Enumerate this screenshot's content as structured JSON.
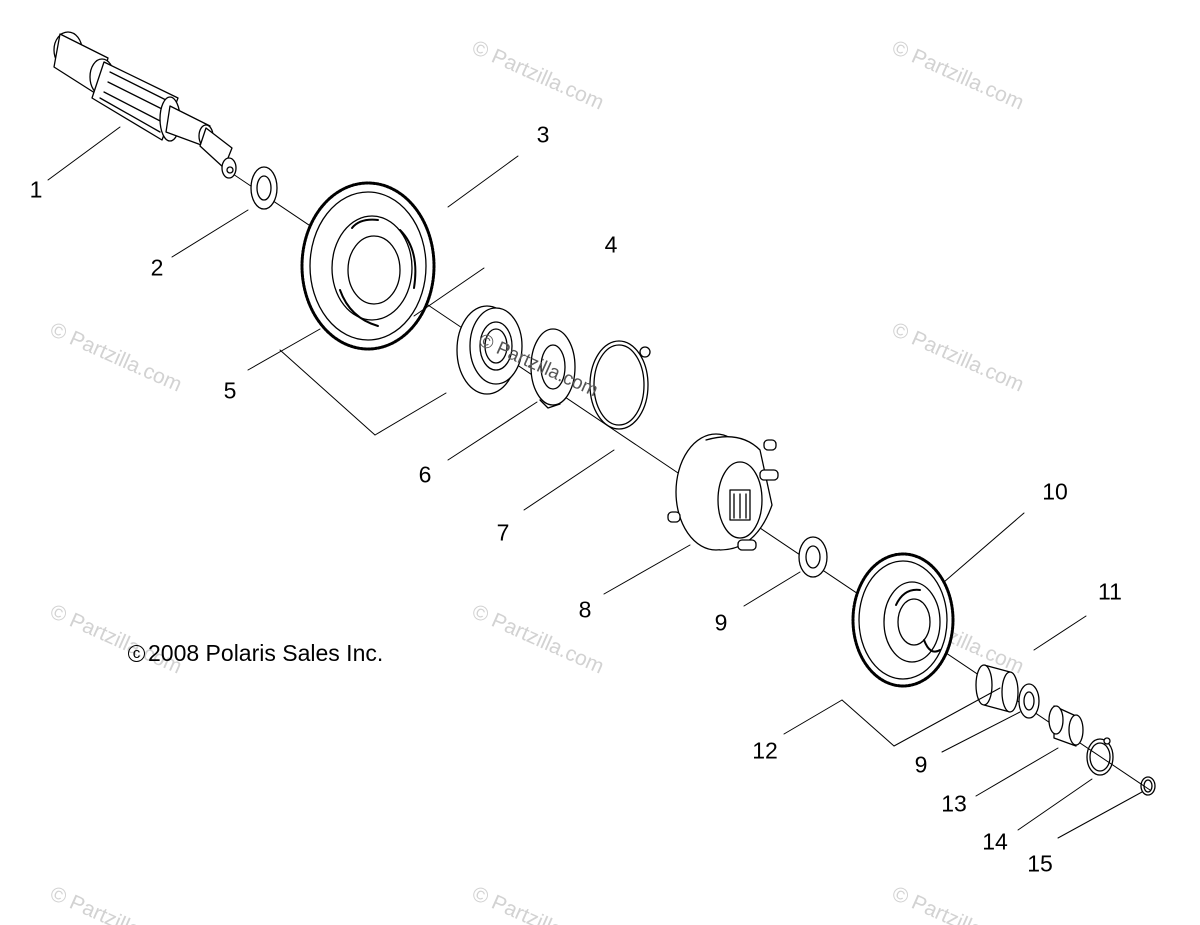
{
  "diagram": {
    "copyright_symbol": "c",
    "copyright_text": "2008 Polaris Sales Inc.",
    "watermark_text": "© Partzilla.com",
    "callouts": {
      "c1": "1",
      "c2": "2",
      "c3": "3",
      "c4": "4",
      "c5": "5",
      "c6": "6",
      "c7": "7",
      "c8": "8",
      "c9a": "9",
      "c9b": "9",
      "c10": "10",
      "c11": "11",
      "c12": "12",
      "c13": "13",
      "c14": "14",
      "c15": "15"
    },
    "parts": [
      "shaft",
      "washer",
      "large-gear",
      "bearing",
      "lock-plate",
      "snap-ring",
      "clutch-hub",
      "washer",
      "small-gear",
      "bushing",
      "washer",
      "bushing",
      "snap-ring",
      "clip"
    ]
  }
}
